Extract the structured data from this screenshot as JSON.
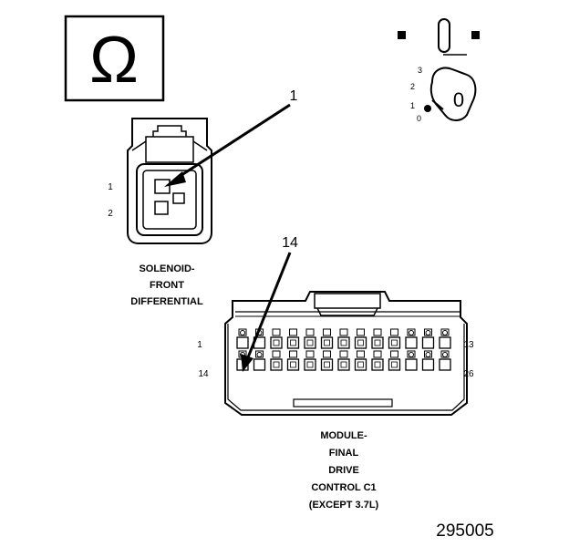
{
  "symbol": {
    "name": "ohm-meter-icon",
    "glyph": "Ω"
  },
  "ignition": {
    "name": "ignition-key-icon",
    "positions": [
      "3",
      "2",
      "1",
      "0"
    ],
    "key_digit": "0"
  },
  "solenoid": {
    "callout": "1",
    "pins": [
      "1",
      "2"
    ],
    "title_lines": [
      "SOLENOID-",
      "FRONT",
      "DIFFERENTIAL"
    ]
  },
  "module": {
    "callout": "14",
    "row1_left": "1",
    "row1_right": "13",
    "row2_left": "14",
    "row2_right": "26",
    "title_lines": [
      "MODULE-",
      "FINAL",
      "DRIVE",
      "CONTROL C1",
      "(EXCEPT 3.7L)"
    ]
  },
  "figure_number": "295005"
}
